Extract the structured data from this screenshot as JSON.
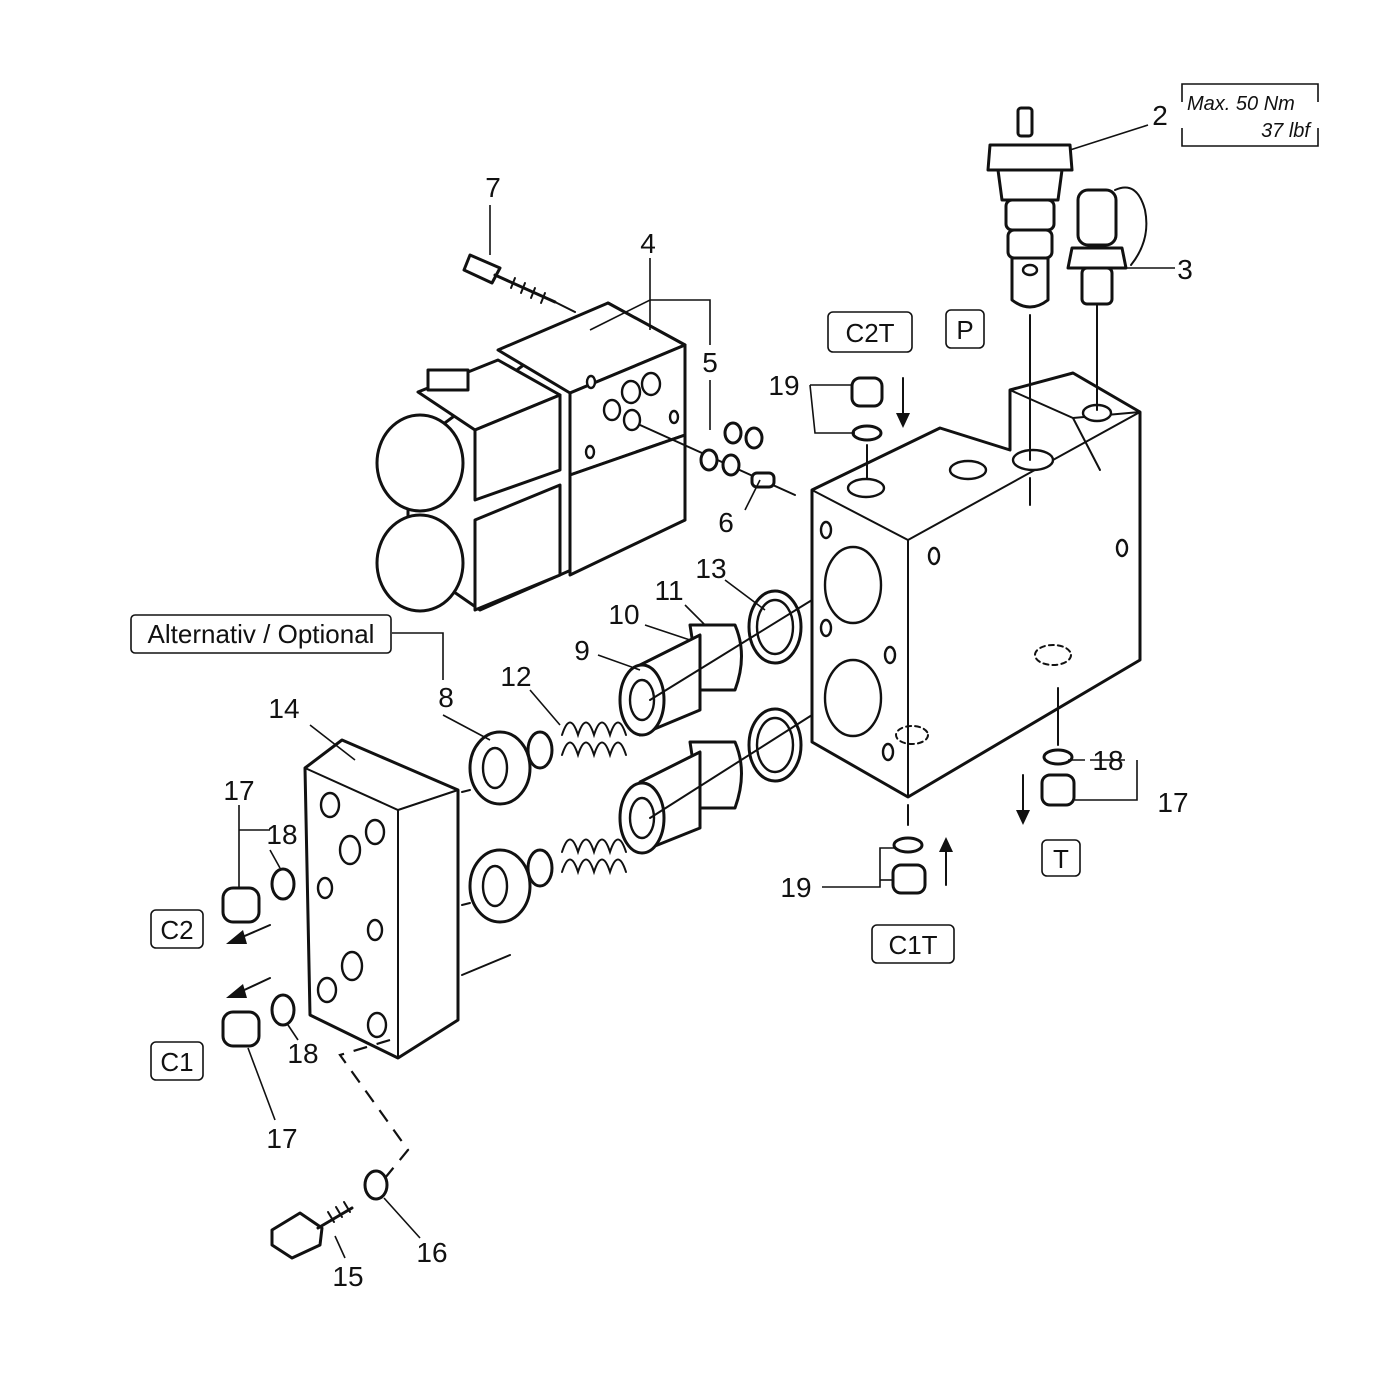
{
  "part_numbers": {
    "p2": "2",
    "p3": "3",
    "p4": "4",
    "p5": "5",
    "p6": "6",
    "p7": "7",
    "p8": "8",
    "p9": "9",
    "p10": "10",
    "p11": "11",
    "p12": "12",
    "p13": "13",
    "p14": "14",
    "p15": "15",
    "p16": "16",
    "p17_left_top": "17",
    "p17_left_bottom": "17",
    "p17_right": "17",
    "p18_left_top": "18",
    "p18_left_bottom": "18",
    "p18_right": "18",
    "p19_top": "19",
    "p19_bottom": "19"
  },
  "port_labels": {
    "c2t": "C2T",
    "p": "P",
    "c1t": "C1T",
    "t": "T",
    "c2": "C2",
    "c1": "C1"
  },
  "alternative_label": "Alternativ / Optional",
  "torque_spec": {
    "line1": "Max. 50 Nm",
    "line2": "37 lbf"
  }
}
